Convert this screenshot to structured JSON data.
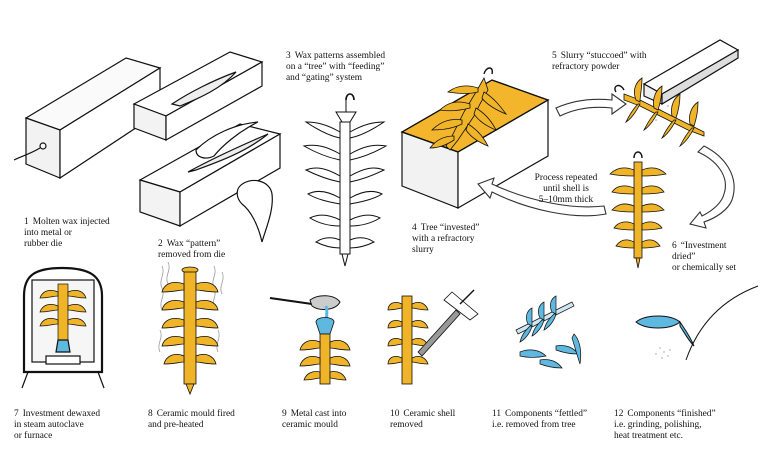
{
  "colors": {
    "wax": "#f0b428",
    "wax_dark": "#c98a10",
    "slurry": "#f3b52c",
    "blue": "#5fb8e0",
    "outline": "#111111",
    "grey": "#8a8a8a"
  },
  "steps": [
    {
      "num": "1",
      "text": "Molten wax injected\ninto metal or\nrubber die"
    },
    {
      "num": "2",
      "text": "Wax “pattern”\nremoved from die"
    },
    {
      "num": "3",
      "text": "Wax patterns assembled\non a “tree” with “feeding”\nand “gating” system"
    },
    {
      "num": "4",
      "text": "Tree “invested”\nwith a refractory\nslurry"
    },
    {
      "num": "5",
      "text": "Slurry “stuccoed” with\nrefractory powder"
    },
    {
      "num": "6",
      "text": "“Investment\ndried”\nor chemically set"
    },
    {
      "num": "7",
      "text": "Investment dewaxed\nin steam autoclave\nor furnace"
    },
    {
      "num": "8",
      "text": "Ceramic mould fired\nand pre-heated"
    },
    {
      "num": "9",
      "text": "Metal cast into\nceramic mould"
    },
    {
      "num": "10",
      "text": "Ceramic shell\nremoved"
    },
    {
      "num": "11",
      "text": "Components “fettled”\ni.e. removed from tree"
    },
    {
      "num": "12",
      "text": "Components “finished”\ni.e. grinding, polishing,\nheat treatment etc."
    }
  ],
  "process_note": "Process repeated\nuntil shell is\n5–10mm thick",
  "icons": [
    "wax-die",
    "wax-pattern",
    "wax-tree",
    "slurry-tank",
    "stucco-trough",
    "dried-tree",
    "autoclave",
    "fired-mould",
    "ladle",
    "hammer",
    "fettled-parts",
    "grinder"
  ]
}
